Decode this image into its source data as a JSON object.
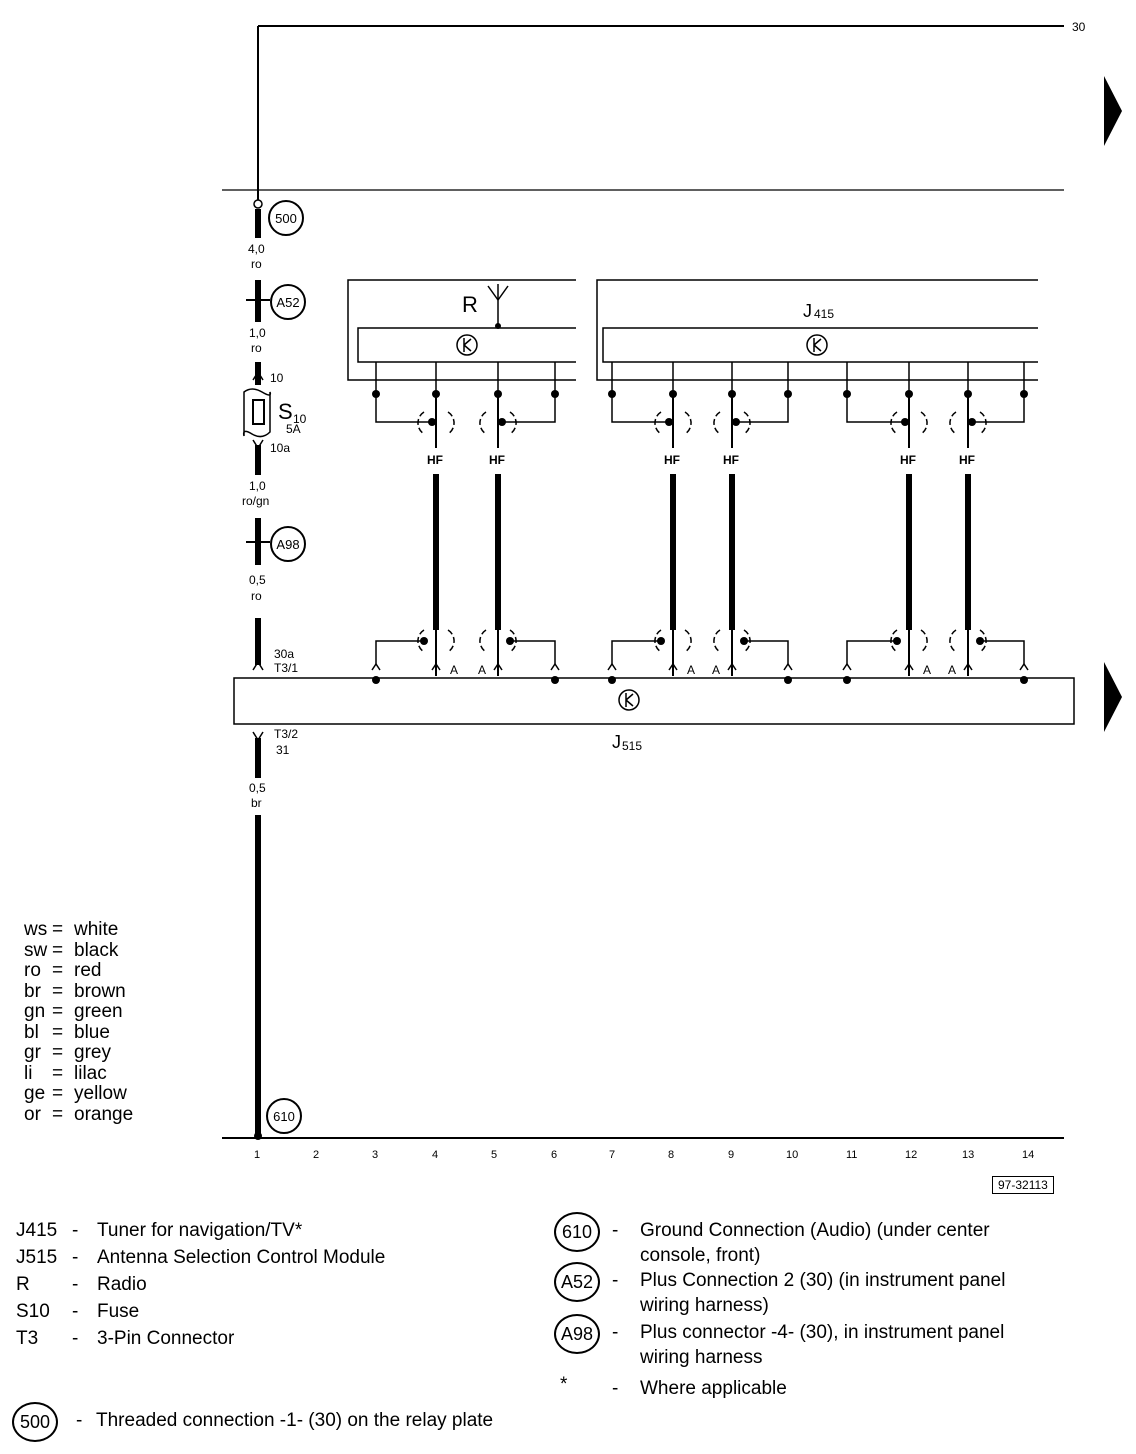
{
  "diagram": {
    "terminal_30": "30",
    "ref_number": "97-32113",
    "track_numbers": [
      "1",
      "2",
      "3",
      "4",
      "5",
      "6",
      "7",
      "8",
      "9",
      "10",
      "11",
      "12",
      "13",
      "14"
    ],
    "wire_labels": [
      {
        "size": "4,0",
        "color": "ro"
      },
      {
        "size": "1,0",
        "color": "ro"
      },
      {
        "size": "1,0",
        "color": "ro/gn"
      },
      {
        "size": "0,5",
        "color": "ro"
      },
      {
        "size": "0,5",
        "color": "br"
      }
    ],
    "fuse": {
      "name": "S",
      "subscript": "10",
      "rating": "5A",
      "pin_in": "10",
      "pin_out": "10a"
    },
    "connectors": {
      "c500": "500",
      "a52": "A52",
      "a98": "A98",
      "c610": "610"
    },
    "modules": {
      "radio": "R",
      "tuner_name": "J",
      "tuner_sub": "415",
      "asm_name": "J",
      "asm_sub": "515"
    },
    "pins": {
      "top_a": "30a",
      "top_b": "T3/1",
      "bot_a": "T3/2",
      "bot_b": "31"
    },
    "hf_label": "HF",
    "a_label": "A"
  },
  "color_codes": [
    {
      "code": "ws",
      "name": "white"
    },
    {
      "code": "sw",
      "name": "black"
    },
    {
      "code": "ro",
      "name": "red"
    },
    {
      "code": "br",
      "name": "brown"
    },
    {
      "code": "gn",
      "name": "green"
    },
    {
      "code": "bl",
      "name": "blue"
    },
    {
      "code": "gr",
      "name": "grey"
    },
    {
      "code": "li",
      "name": "lilac"
    },
    {
      "code": "ge",
      "name": "yellow"
    },
    {
      "code": "or",
      "name": "orange"
    }
  ],
  "legend_components": [
    {
      "code": "J415",
      "desc": "Tuner for navigation/TV*"
    },
    {
      "code": "J515",
      "desc": "Antenna Selection Control Module"
    },
    {
      "code": "R",
      "desc": "Radio"
    },
    {
      "code": "S10",
      "desc": "Fuse"
    },
    {
      "code": "T3",
      "desc": "3-Pin Connector"
    }
  ],
  "legend_connections": [
    {
      "code": "610",
      "line1": "Ground Connection (Audio) (under center",
      "line2": "console, front)"
    },
    {
      "code": "A52",
      "line1": "Plus Connection 2 (30) (in instrument panel",
      "line2": "wiring harness)"
    },
    {
      "code": "A98",
      "line1": "Plus connector -4- (30), in instrument panel",
      "line2": "wiring harness"
    },
    {
      "code": "*",
      "line1": "Where applicable",
      "line2": ""
    }
  ],
  "legend_500": {
    "code": "500",
    "desc": "Threaded connection -1- (30) on the relay plate"
  },
  "dash": "-"
}
